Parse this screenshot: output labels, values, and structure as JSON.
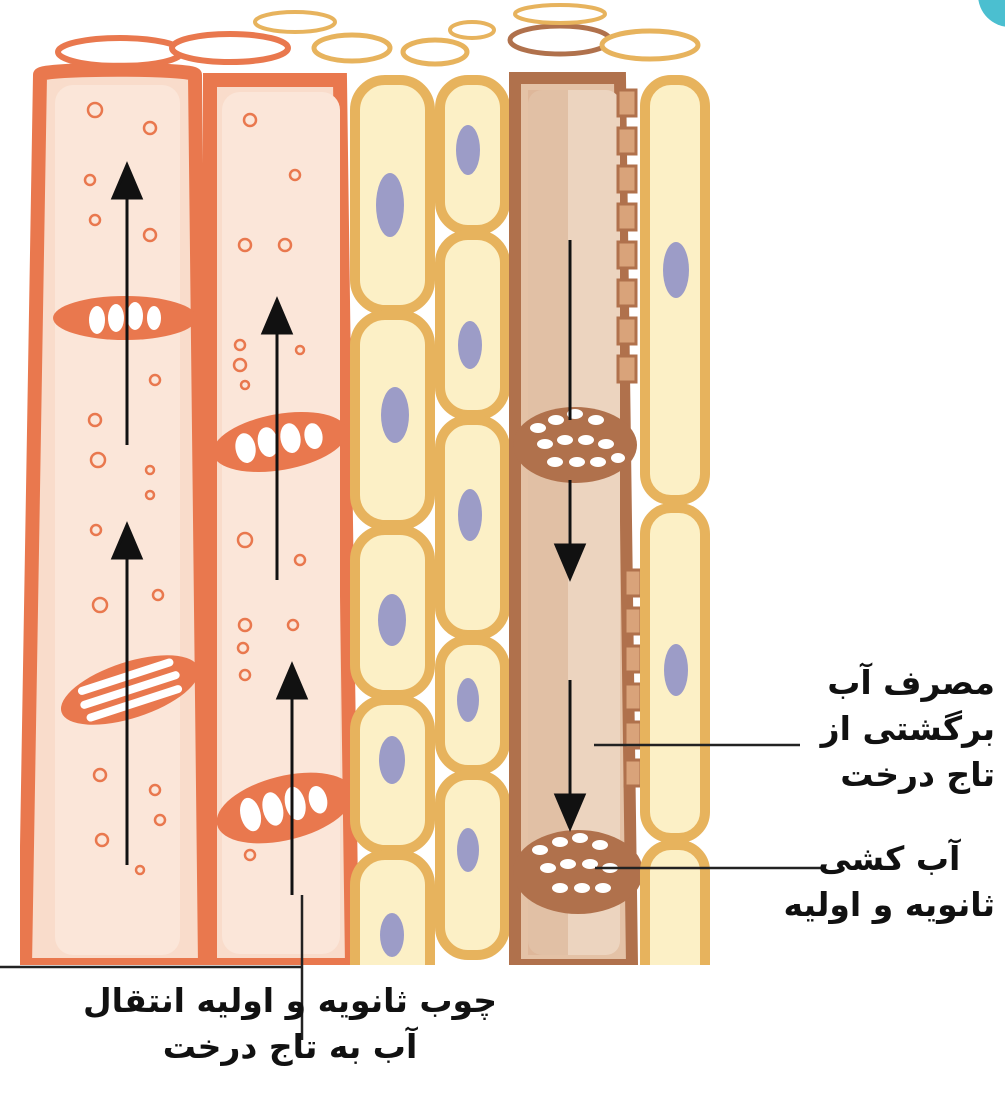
{
  "colors": {
    "xylem_fill": "#f9dccb",
    "xylem_wall": "#e9784e",
    "parenchyma_fill": "#fcf0c6",
    "parenchyma_wall": "#e7b35d",
    "phloem_fill": "#d9ae8f",
    "phloem_wall": "#b0714c",
    "nucleus": "#9c9cc7",
    "arrow": "#111111",
    "leader": "#222222"
  },
  "labels": {
    "water_consumption": {
      "line1": "مصرف آب",
      "line2": "برگشتی از",
      "line3": "تاج درخت"
    },
    "phloem": {
      "line1": "آب کشی",
      "line2": "ثانویه و اولیه"
    },
    "xylem": {
      "line1": "چوب ثانویه و اولیه انتقال",
      "line2": "آب به تاج درخت"
    }
  },
  "flow_directions": {
    "xylem": "up",
    "phloem": "down"
  },
  "icons": [
    "arrow-up-icon",
    "arrow-down-icon"
  ]
}
